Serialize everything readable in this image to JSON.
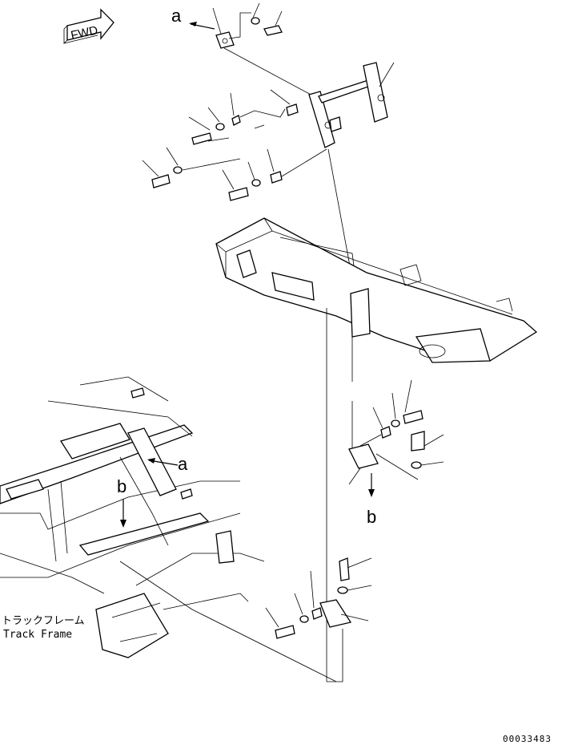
{
  "fwd_label": "FWD",
  "view_labels": {
    "a_top": "a",
    "a_detail": "a",
    "b_mid": "b",
    "b_detail": "b"
  },
  "track_frame_jp": "トラックフレーム",
  "track_frame_en": "Track Frame",
  "drawing_number": "00033483"
}
